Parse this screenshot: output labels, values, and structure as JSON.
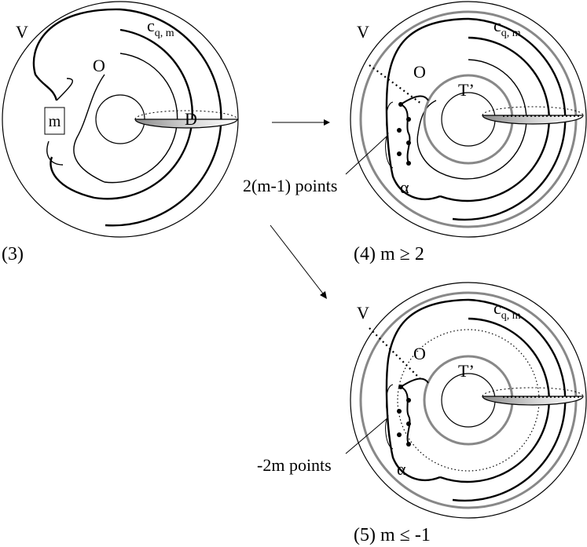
{
  "panel3": {
    "V": "V",
    "c": "c",
    "c_sub": "q, m",
    "O": "O",
    "m": "m",
    "D": "D",
    "caption": "(3)"
  },
  "panel4": {
    "V": "V",
    "c": "c",
    "c_sub": "q, m",
    "O": "O",
    "T": "T’",
    "alpha": "α",
    "points_label": "2(m-1) points",
    "caption": "(4)   m ≥ 2"
  },
  "panel5": {
    "V": "V",
    "c": "c",
    "c_sub": "q, m",
    "O": "O",
    "T": "T’",
    "alpha": "α",
    "points_label": "-2m points",
    "caption": "(5)   m ≤ -1"
  },
  "colors": {
    "ink": "#000000",
    "gray_curve": "#888888",
    "disk_fill": "#b5b5b5"
  }
}
